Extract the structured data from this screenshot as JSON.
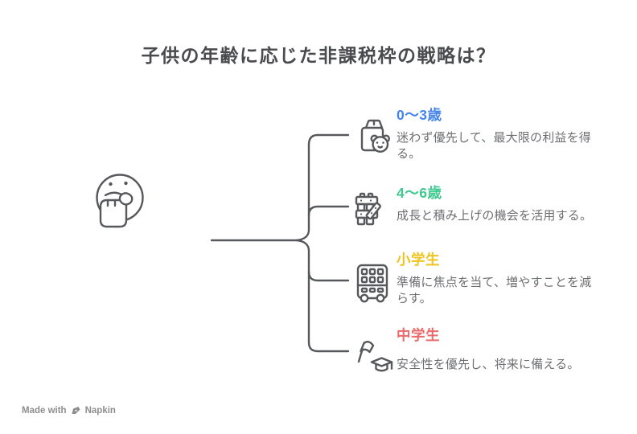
{
  "title": "子供の年齢に応じた非課税枠の戦略は？",
  "center": {
    "icon": "thinking-face-icon"
  },
  "items": [
    {
      "label": "0〜3歳",
      "color": "#4584EC",
      "description": "迷わず優先して、最大限の利益を得る。",
      "icon": "baby-bag-icon"
    },
    {
      "label": "4〜6歳",
      "color": "#3FC98F",
      "description": "成長と積み上げの機会を活用する。",
      "icon": "building-blocks-icon"
    },
    {
      "label": "小学生",
      "color": "#EDC421",
      "description": "準備に焦点を当て、増やすことを減らす。",
      "icon": "school-bus-icon"
    },
    {
      "label": "中学生",
      "color": "#E96A6A",
      "description": "安全性を優先し、将来に備える。",
      "icon": "graduation-cap-icon"
    }
  ],
  "watermark": {
    "made_with": "Made with",
    "brand": "Napkin",
    "icon": "napkin-pen-icon"
  },
  "colors": {
    "title": "#4A4B4F",
    "line": "#57585C",
    "description": "#6E6F72",
    "watermark": "#8E8E8E"
  }
}
